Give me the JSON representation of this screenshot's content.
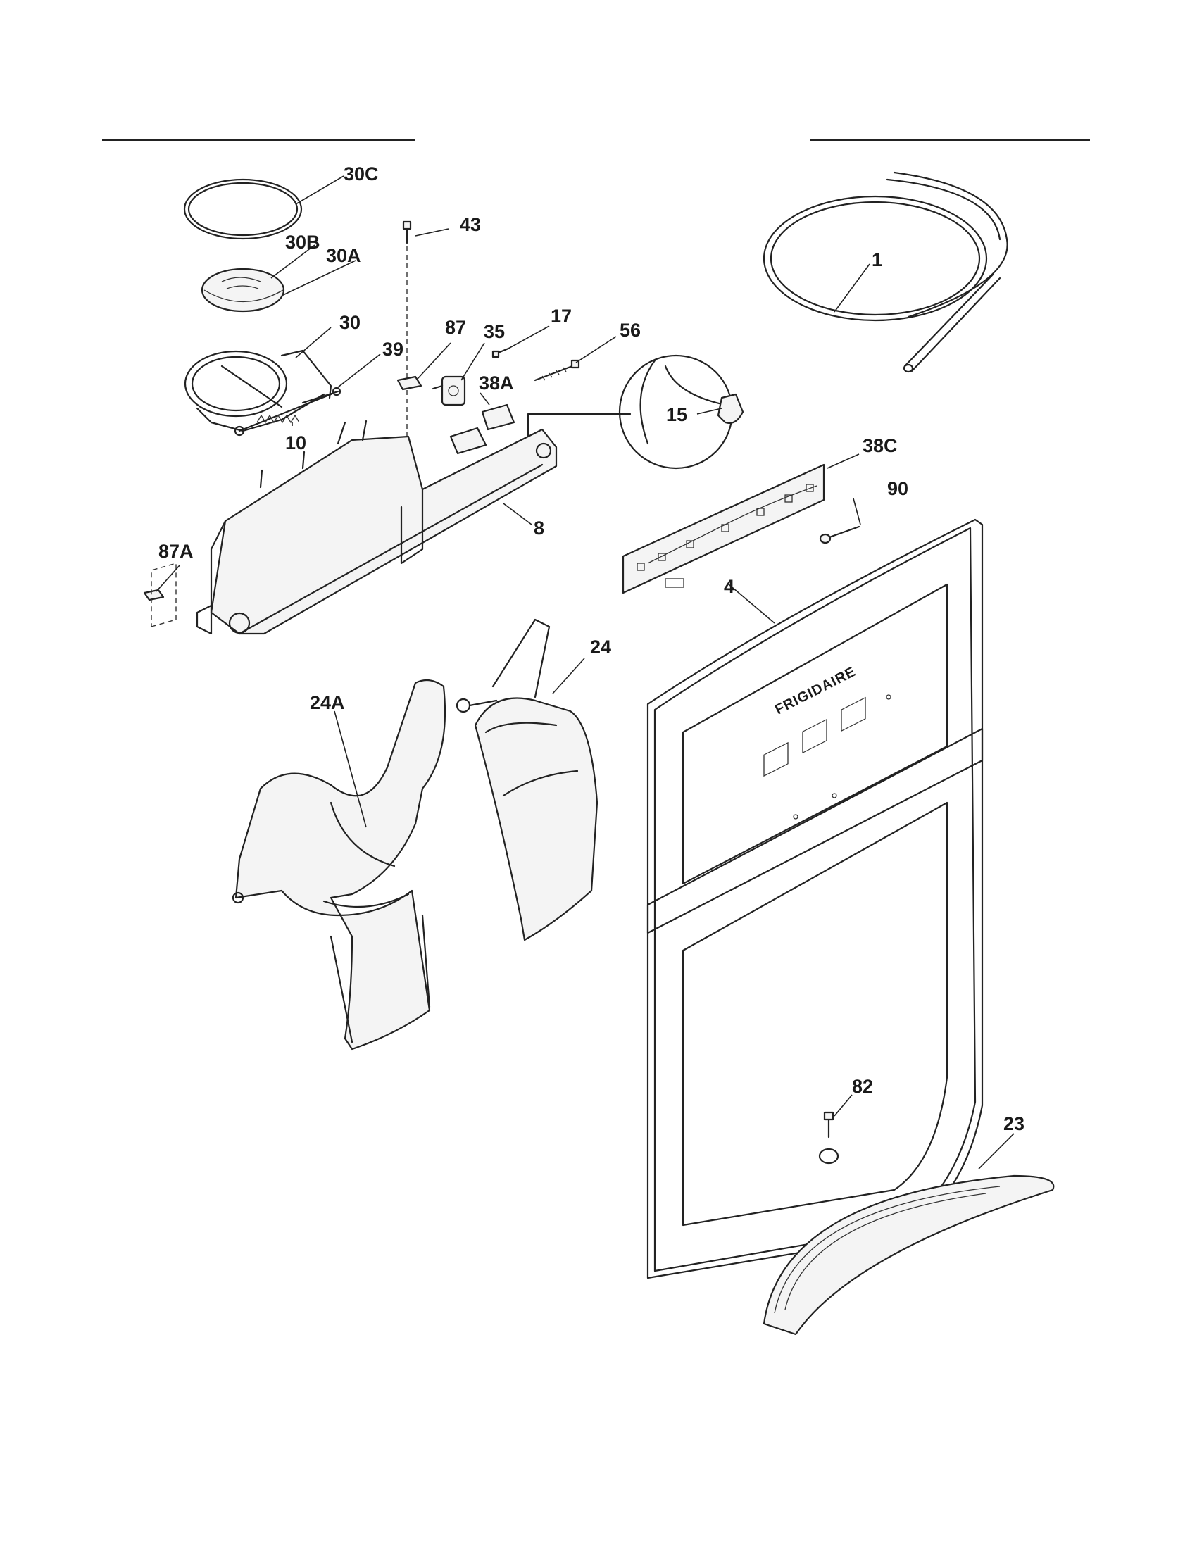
{
  "diagram": {
    "brand_text": "FRIGIDAIRE",
    "callouts": [
      {
        "id": "30C",
        "label": "30C"
      },
      {
        "id": "43",
        "label": "43"
      },
      {
        "id": "30B",
        "label": "30B"
      },
      {
        "id": "30A",
        "label": "30A"
      },
      {
        "id": "1",
        "label": "1"
      },
      {
        "id": "30",
        "label": "30"
      },
      {
        "id": "87",
        "label": "87"
      },
      {
        "id": "35",
        "label": "35"
      },
      {
        "id": "17",
        "label": "17"
      },
      {
        "id": "56",
        "label": "56"
      },
      {
        "id": "39",
        "label": "39"
      },
      {
        "id": "38A",
        "label": "38A"
      },
      {
        "id": "15",
        "label": "15"
      },
      {
        "id": "10",
        "label": "10"
      },
      {
        "id": "38C",
        "label": "38C"
      },
      {
        "id": "90",
        "label": "90"
      },
      {
        "id": "8",
        "label": "8"
      },
      {
        "id": "87A",
        "label": "87A"
      },
      {
        "id": "4",
        "label": "4"
      },
      {
        "id": "24",
        "label": "24"
      },
      {
        "id": "24A",
        "label": "24A"
      },
      {
        "id": "82",
        "label": "82"
      },
      {
        "id": "23",
        "label": "23"
      }
    ]
  }
}
